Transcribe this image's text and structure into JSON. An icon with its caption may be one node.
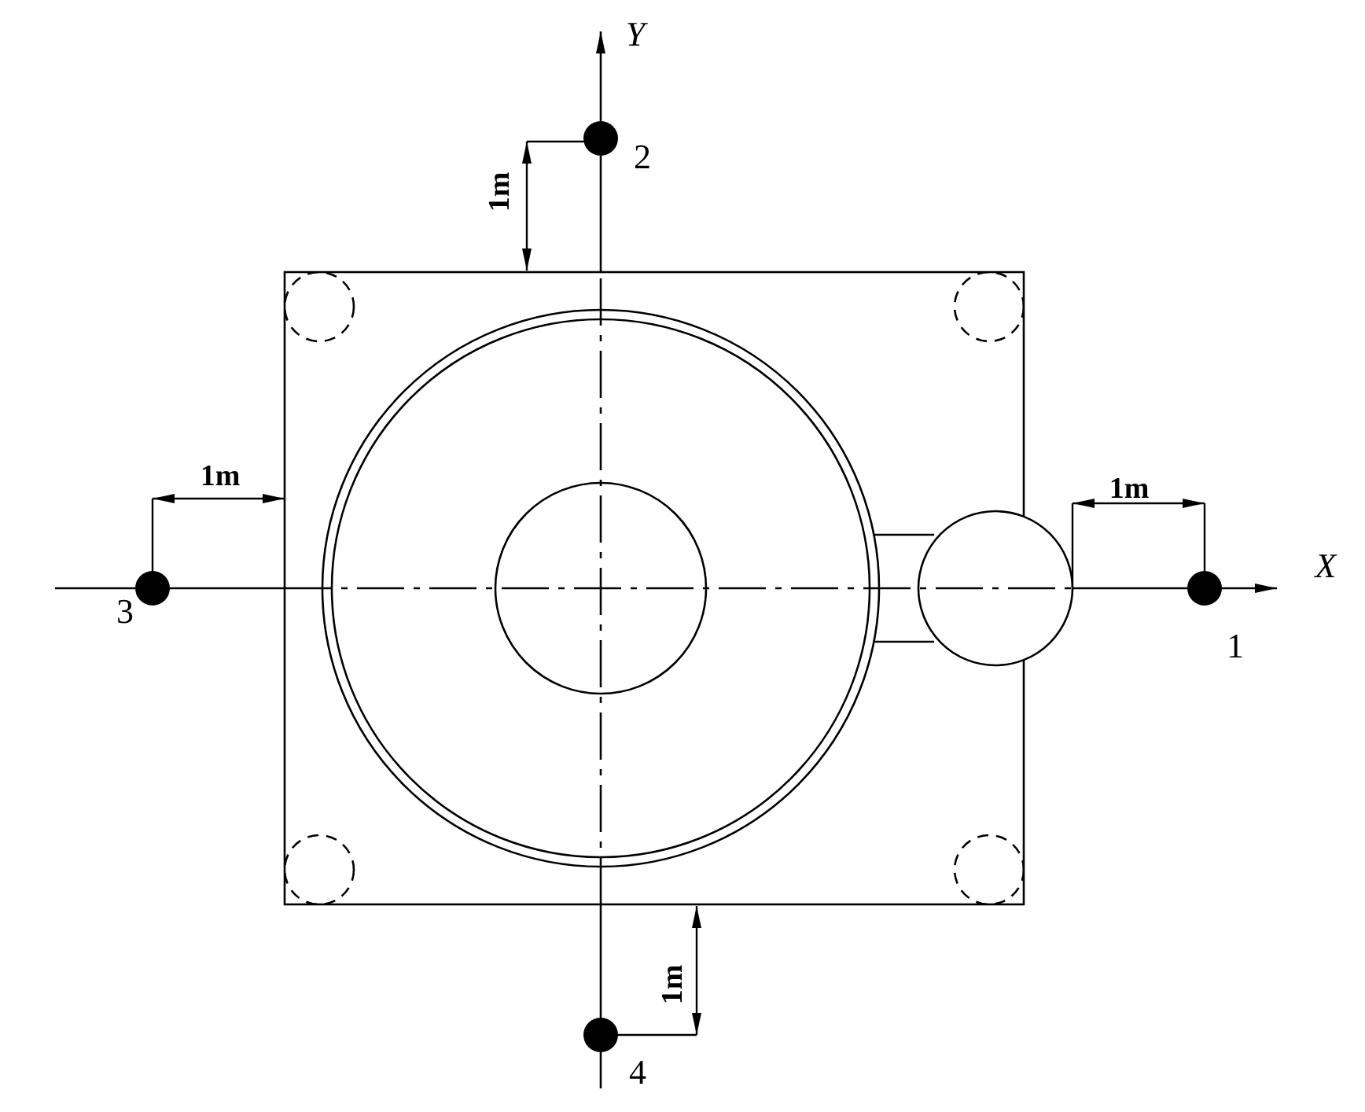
{
  "diagram": {
    "nodes": [
      {
        "text": [],
        "shape": "circle",
        "beside": [
          "2"
        ]
      },
      {
        "text": [],
        "shape": "circle",
        "beside": [
          "3"
        ]
      },
      {
        "text": [],
        "shape": "circle",
        "beside": [
          "1"
        ]
      },
      {
        "text": [],
        "shape": "circle",
        "beside": [
          "4"
        ]
      }
    ],
    "labels": [
      "Y",
      "1m",
      "1m",
      "1m",
      "X",
      "1m"
    ]
  }
}
